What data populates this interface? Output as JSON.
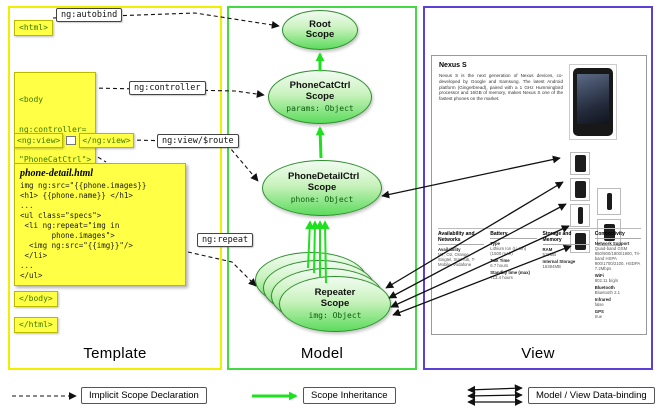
{
  "template_panel": {
    "label": "Template",
    "html_open": "<html>",
    "body_open_lines": [
      "<body",
      "ng:controller=",
      "\"PhoneCatCtrl\">"
    ],
    "ngview_open": "<ng:view>",
    "ngview_close": "</ng:view>",
    "body_close": "</body>",
    "html_close": "</html>",
    "code": {
      "title": "phone-detail.html",
      "lines": [
        "img ng:src=\"{{phone.images}}",
        "<h1> {{phone.name}} </h1>",
        "...",
        "<ul class=\"specs\">",
        " <li ng:repeat=\"img in",
        "       phone.images\">",
        "  <img ng:src=\"{{img}}\"/>",
        " </li>",
        "...",
        "</ul>"
      ]
    }
  },
  "arrow_labels": {
    "autobind": "ng:autobind",
    "controller": "ng:controller",
    "view_route": "ng:view/$route",
    "repeat": "ng:repeat"
  },
  "model_panel": {
    "label": "Model",
    "scopes": {
      "root": {
        "name": "Root Scope"
      },
      "phonecat": {
        "name": "PhoneCatCtrl Scope",
        "props": "params: Object"
      },
      "phonedetail": {
        "name": "PhoneDetailCtrl Scope",
        "props": "phone: Object"
      },
      "repeater": {
        "name": "Repeater Scope",
        "props": "img: Object"
      }
    }
  },
  "view_panel": {
    "label": "View",
    "page": {
      "title": "Nexus S",
      "description": "Nexus S is the next generation of Nexus devices, co-developed by Google and Samsung. The latest Android platform (Gingerbread), paired with a 1 GHz Hummingbird processor and 16GB of memory, makes Nexus S one of the fastest phones on the market.",
      "specs": [
        {
          "header": "Availability and Networks",
          "rows": [
            {
              "label": "Availability",
              "value": "M7, O2, Orange, Singtel, StarHub, T-Mobile, Vodafone"
            }
          ]
        },
        {
          "header": "Battery",
          "rows": [
            {
              "label": "Type",
              "value": "Lithium Ion (Li-Ion) (1500 mAh)"
            },
            {
              "label": "Talk Time",
              "value": "6.7 hours"
            },
            {
              "label": "Standby time (max)",
              "value": "713.4 hours"
            }
          ]
        },
        {
          "header": "Storage and Memory",
          "rows": [
            {
              "label": "RAM",
              "value": "512MB"
            },
            {
              "label": "Internal Storage",
              "value": "16384MB"
            }
          ]
        },
        {
          "header": "Connectivity",
          "rows": [
            {
              "label": "Network Support",
              "value": "Quad-band GSM 850/900/1800/1900, Tri-band HSPA 900/1700/2100, HSDPA 7.2Mbps"
            },
            {
              "label": "WiFi",
              "value": "802.11 b/g/n"
            },
            {
              "label": "Bluetooth",
              "value": "Bluetooth 2.1"
            },
            {
              "label": "Infrared",
              "value": "false"
            },
            {
              "label": "GPS",
              "value": "true"
            }
          ]
        }
      ]
    }
  },
  "legend": {
    "implicit": "Implicit Scope Declaration",
    "inheritance": "Scope Inheritance",
    "databinding": "Model / View Data-binding"
  },
  "colors": {
    "template_border": "#f0ef00",
    "model_border": "#46d946",
    "view_border": "#5b3fd6",
    "tag_bg": "#ffff45",
    "scope_green": "#5ddb5d",
    "inheritance_arrow": "#1ee01e"
  }
}
